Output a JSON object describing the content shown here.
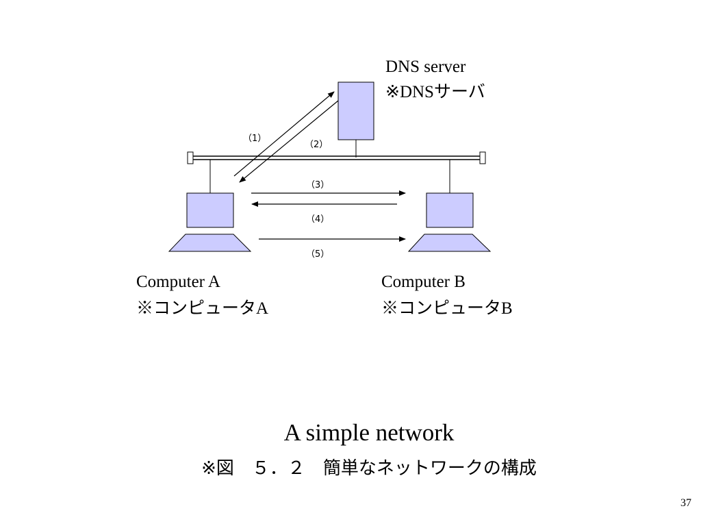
{
  "dns_server": {
    "label_en": "DNS server",
    "label_ja": "※DNSサーバ"
  },
  "computer_a": {
    "label_en": "Computer A",
    "label_ja": "※コンピュータA"
  },
  "computer_b": {
    "label_en": "Computer B",
    "label_ja": "※コンピュータB"
  },
  "steps": [
    "（1）",
    "（2）",
    "（3）",
    "（4）",
    "（5）"
  ],
  "title": "A simple network",
  "subtitle": "※図　５．２　簡単なネットワークの構成",
  "page_number": "37",
  "colors": {
    "device_fill": "#ccccff",
    "stroke": "#000000"
  }
}
